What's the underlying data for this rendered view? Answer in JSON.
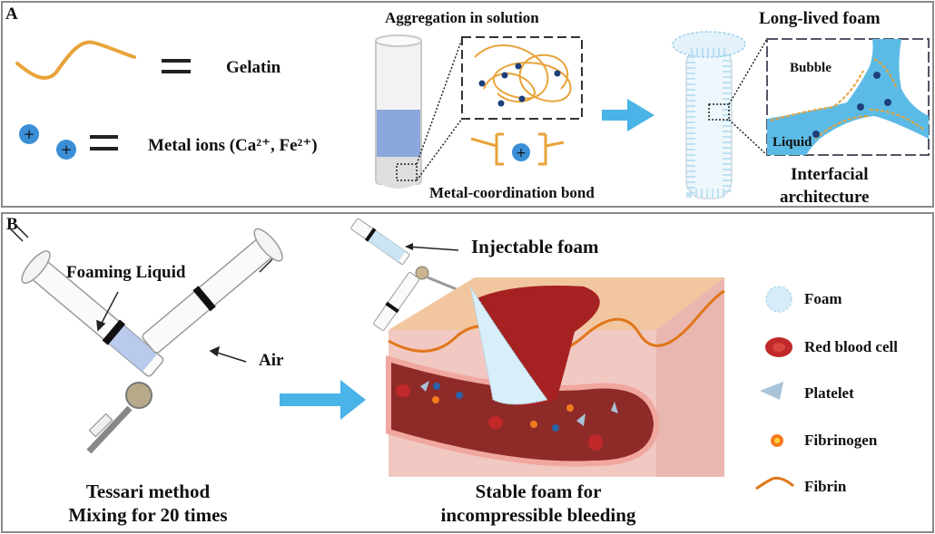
{
  "panel_a": {
    "label": "A",
    "legend": {
      "gelatin_eq": "=",
      "gelatin": "Gelatin",
      "ions_eq": "=",
      "metal_ions": "Metal ions (Ca²⁺, Fe²⁺)"
    },
    "aggregation_title": "Aggregation in solution",
    "bond_caption": "Metal-coordination bond",
    "foam_title": "Long-lived foam",
    "inset": {
      "bubble": "Bubble",
      "liquid": "Liquid"
    },
    "interfacial_line1": "Interfacial",
    "interfacial_line2": "architecture"
  },
  "panel_b": {
    "label": "B",
    "foaming_liquid": "Foaming Liquid",
    "air": "Air",
    "tessari_line1": "Tessari method",
    "tessari_line2": "Mixing for 20 times",
    "injectable_foam": "Injectable foam",
    "stable_line1": "Stable foam for",
    "stable_line2": "incompressible bleeding",
    "legend": [
      {
        "icon": "foam-icon",
        "label": "Foam"
      },
      {
        "icon": "red-blood-cell-icon",
        "label": "Red blood cell"
      },
      {
        "icon": "platelet-icon",
        "label": "Platelet"
      },
      {
        "icon": "fibrinogen-icon",
        "label": "Fibrinogen"
      },
      {
        "icon": "fibrin-icon",
        "label": "Fibrin"
      }
    ]
  },
  "colors": {
    "gelatin": "#e8a33a",
    "ion": "#3a8fd6",
    "arrow": "#4ab3e8",
    "liquid": "#7f9fd8",
    "foam": "#bfe0f2",
    "blood": "#8e1f1f",
    "skin": "#f3cfc8",
    "fibrin": "#e0761b",
    "border": "#8a8a8a"
  }
}
